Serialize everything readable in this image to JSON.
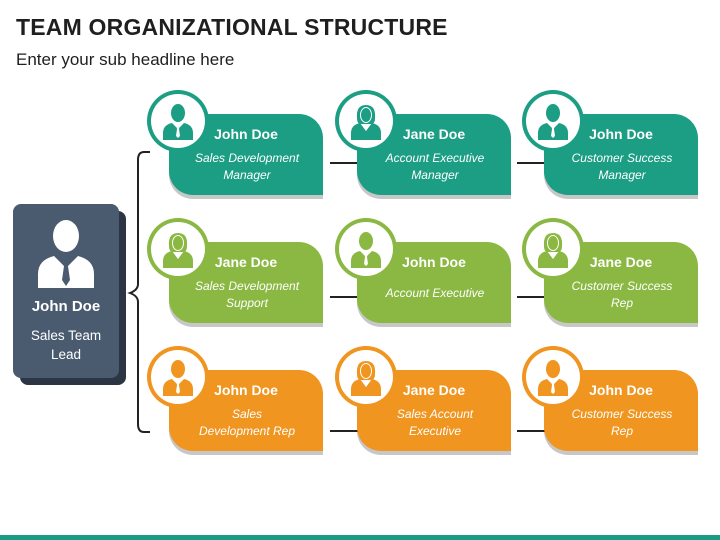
{
  "title": "TEAM ORGANIZATIONAL STRUCTURE",
  "subtitle": "Enter your sub headline here",
  "colors": {
    "teal": "#1b9e84",
    "green": "#8bb843",
    "orange": "#ef9520",
    "lead": "#4a5b70"
  },
  "lead": {
    "name": "John Doe",
    "role": "Sales Team Lead",
    "icon": "businessman-icon"
  },
  "rows": [
    {
      "color": "teal",
      "cards": [
        {
          "name": "John Doe",
          "role_lines": [
            "Sales Development",
            "Manager"
          ],
          "icon": "male-user-icon"
        },
        {
          "name": "Jane Doe",
          "role_lines": [
            "Account Executive",
            "Manager"
          ],
          "icon": "female-user-icon"
        },
        {
          "name": "John Doe",
          "role_lines": [
            "Customer Success",
            "Manager"
          ],
          "icon": "male-user-icon"
        }
      ]
    },
    {
      "color": "green",
      "cards": [
        {
          "name": "Jane Doe",
          "role_lines": [
            "Sales Development",
            "Support"
          ],
          "icon": "female-user-icon"
        },
        {
          "name": "John Doe",
          "role_lines": [
            "Account Executive"
          ],
          "icon": "male-user-icon"
        },
        {
          "name": "Jane Doe",
          "role_lines": [
            "Customer Success",
            "Rep"
          ],
          "icon": "female-user-icon"
        }
      ]
    },
    {
      "color": "orange",
      "cards": [
        {
          "name": "John Doe",
          "role_lines": [
            "Sales",
            "Development Rep"
          ],
          "icon": "male-user-icon"
        },
        {
          "name": "Jane Doe",
          "role_lines": [
            "Sales Account",
            "Executive"
          ],
          "icon": "female-user-icon"
        },
        {
          "name": "John Doe",
          "role_lines": [
            "Customer Success",
            "Rep"
          ],
          "icon": "male-user-icon"
        }
      ]
    }
  ]
}
